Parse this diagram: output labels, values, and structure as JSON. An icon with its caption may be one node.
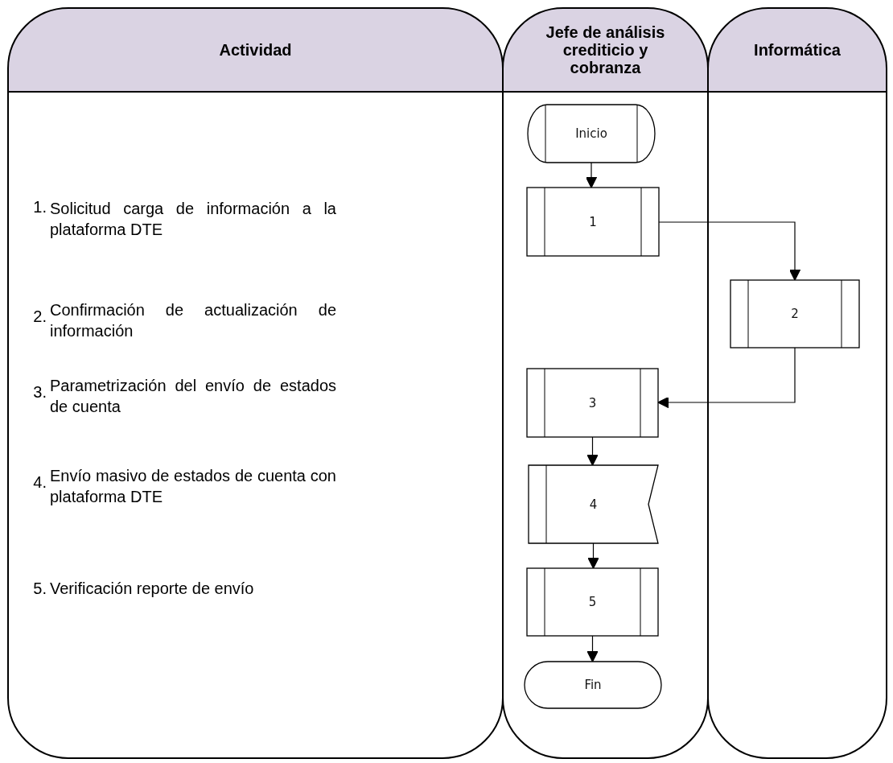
{
  "diagram": {
    "nodes": [
      {
        "text": [
          "Actividad"
        ]
      },
      {
        "text": [
          "Jefe de análisis crediticio y cobranza"
        ]
      },
      {
        "text": [
          "Informática"
        ]
      },
      {
        "text": [
          "Inicio"
        ],
        "in": 1
      },
      {
        "text": [
          "1"
        ],
        "in": 1
      },
      {
        "text": [
          "2"
        ],
        "in": 2
      },
      {
        "text": [
          "3"
        ],
        "in": 1
      },
      {
        "text": [
          "4"
        ],
        "in": 1
      },
      {
        "text": [
          "5"
        ],
        "in": 1
      },
      {
        "text": [
          "Fin"
        ],
        "in": 1
      }
    ],
    "edges": [
      {
        "from": 3,
        "to": 4,
        "arrow": "to"
      },
      {
        "from": 4,
        "to": 5,
        "arrow": "to"
      },
      {
        "from": 5,
        "to": 6,
        "arrow": "to"
      },
      {
        "from": 6,
        "to": 7,
        "arrow": "to"
      },
      {
        "from": 7,
        "to": 8,
        "arrow": "to"
      },
      {
        "from": 8,
        "to": 9,
        "arrow": "to"
      }
    ],
    "labels": [
      "1.",
      "Solicitud carga de información a la plataforma DTE",
      "2.",
      "Confirmación de actualización de información",
      "3.",
      "Parametrización del envío de estados de cuenta",
      "4.",
      "Envío masivo de estados de cuenta con plataforma DTE",
      "5.",
      "Verificación reporte de envío"
    ]
  }
}
